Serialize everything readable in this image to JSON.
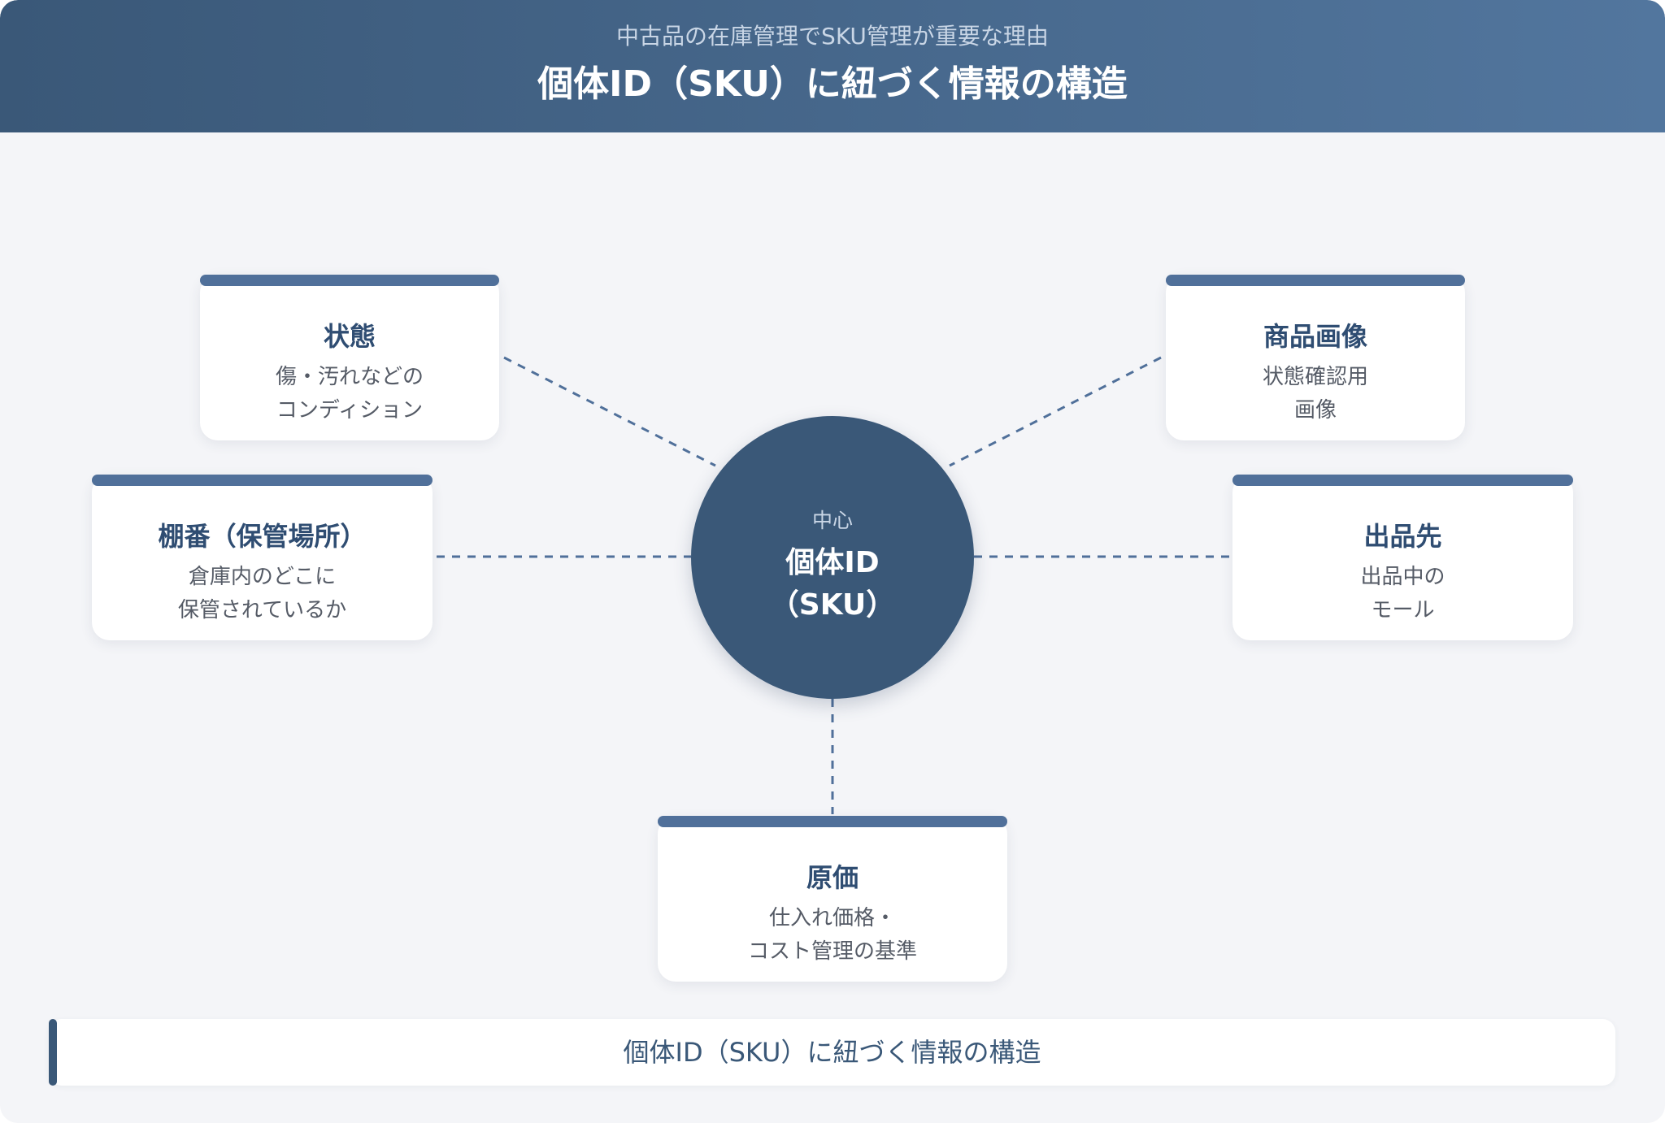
{
  "header": {
    "subtitle": "中古品の在庫管理でSKU管理が重要な理由",
    "title": "個体ID（SKU）に紐づく情報の構造"
  },
  "center": {
    "small_label": "中心",
    "main_line1": "個体ID",
    "main_line2": "（SKU）"
  },
  "cards": {
    "condition": {
      "title": "状態",
      "line1": "傷・汚れなどの",
      "line2": "コンディション"
    },
    "images": {
      "title": "商品画像",
      "line1": "状態確認用",
      "line2": "画像"
    },
    "shelf": {
      "title": "棚番（保管場所）",
      "line1": "倉庫内のどこに",
      "line2": "保管されているか"
    },
    "listing": {
      "title": "出品先",
      "line1": "出品中の",
      "line2": "モール"
    },
    "cost": {
      "title": "原価",
      "line1": "仕入れ価格・",
      "line2": "コスト管理の基準"
    }
  },
  "footer": {
    "text": "個体ID（SKU）に紐づく情報の構造"
  },
  "colors": {
    "primary": "#3a5878",
    "accent_bar": "#50709a",
    "title_text": "#2f4d72",
    "background": "#f4f5f8"
  }
}
